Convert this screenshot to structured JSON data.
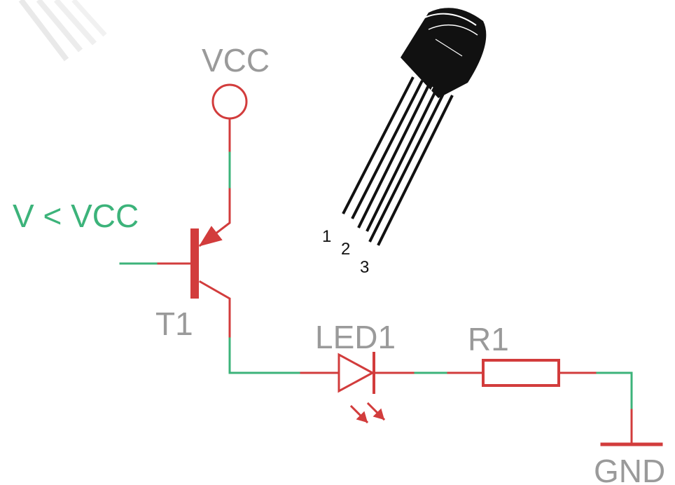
{
  "labels": {
    "vcc": "VCC",
    "input": "V < VCC",
    "transistor": "T1",
    "led": "LED1",
    "resistor": "R1",
    "gnd": "GND"
  },
  "pin_numbers": [
    "1",
    "2",
    "3"
  ],
  "colors": {
    "symbol": "#d23c3c",
    "wire": "#3cb37a",
    "label_gray": "#9a9a9a",
    "label_green": "#3cb37a",
    "package": "#111111"
  }
}
